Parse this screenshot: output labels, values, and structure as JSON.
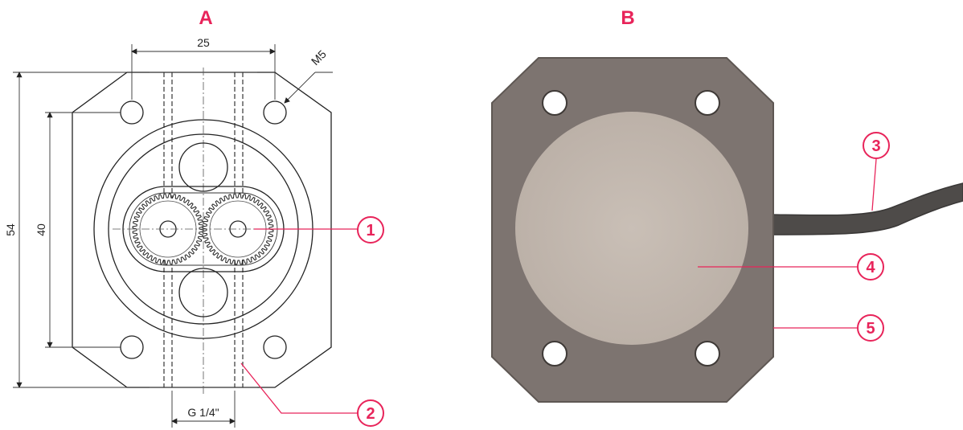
{
  "panels": {
    "a_label": "A",
    "b_label": "B"
  },
  "dimensions": {
    "width_top": "25",
    "height_outer": "54",
    "height_inner": "40",
    "thread_mount": "M5",
    "port_thread": "G 1/4\""
  },
  "callouts": [
    "1",
    "2",
    "3",
    "4",
    "5"
  ],
  "colors": {
    "accent": "#e8245a",
    "sensor_body": "#7d7470",
    "sensor_face": "#c4bab1",
    "cable": "#4e4b49",
    "line": "#222222"
  }
}
